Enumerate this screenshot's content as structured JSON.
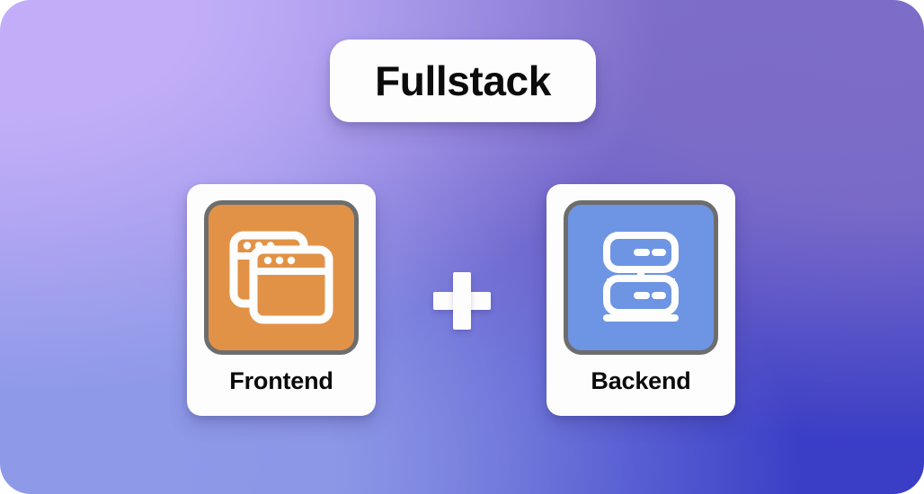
{
  "title": {
    "label": "Fullstack"
  },
  "operator": {
    "symbol": "+",
    "name": "plus-sign"
  },
  "cards": [
    {
      "id": "frontend",
      "label": "Frontend",
      "icon": "browser-windows-icon",
      "tile_color": "#e29246",
      "tile_border_color": "#6d6d6d",
      "icon_color": "#fdfdfd"
    },
    {
      "id": "backend",
      "label": "Backend",
      "icon": "server-rack-icon",
      "tile_color": "#6e95e3",
      "tile_border_color": "#6d6d6d",
      "icon_color": "#fdfdfd"
    }
  ],
  "theme": {
    "card_background": "#fdfdfd",
    "text_color": "#0b0b0b",
    "background_gradient_from": "#b3a4f2",
    "background_gradient_to": "#3e41c6"
  }
}
